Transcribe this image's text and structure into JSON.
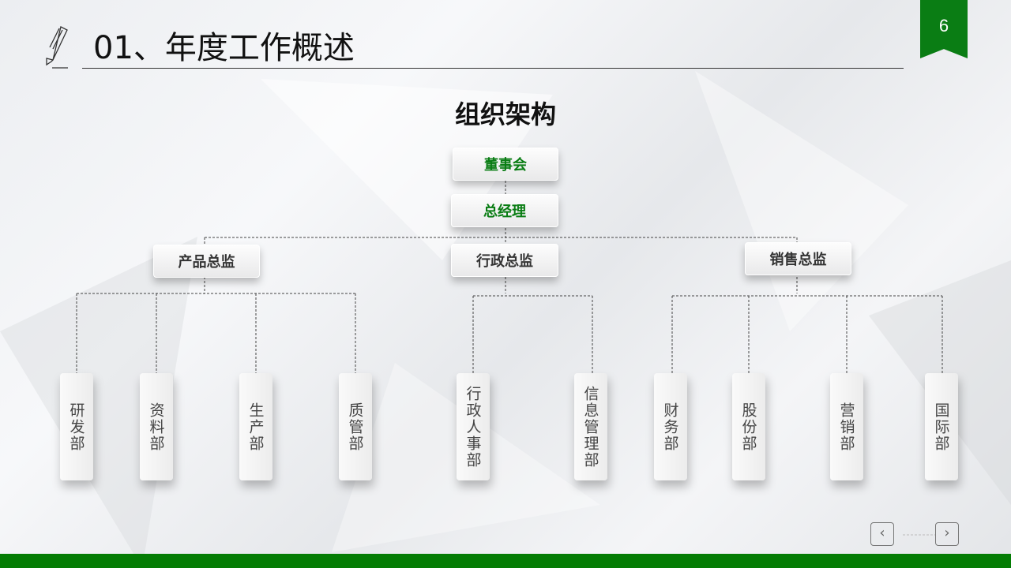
{
  "header": {
    "title": "01、年度工作概述",
    "page_number": "6"
  },
  "heading": "组织架构",
  "org": {
    "board": "董事会",
    "gm": "总经理",
    "directors": [
      "产品总监",
      "行政总监",
      "销售总监"
    ],
    "departments": [
      "研发部",
      "资料部",
      "生产部",
      "质管部",
      "行政人事部",
      "信息管理部",
      "财务部",
      "股份部",
      "营销部",
      "国际部"
    ]
  },
  "nav": {
    "prev": "‹",
    "next": "›"
  },
  "colors": {
    "accent": "#0a7d14"
  }
}
